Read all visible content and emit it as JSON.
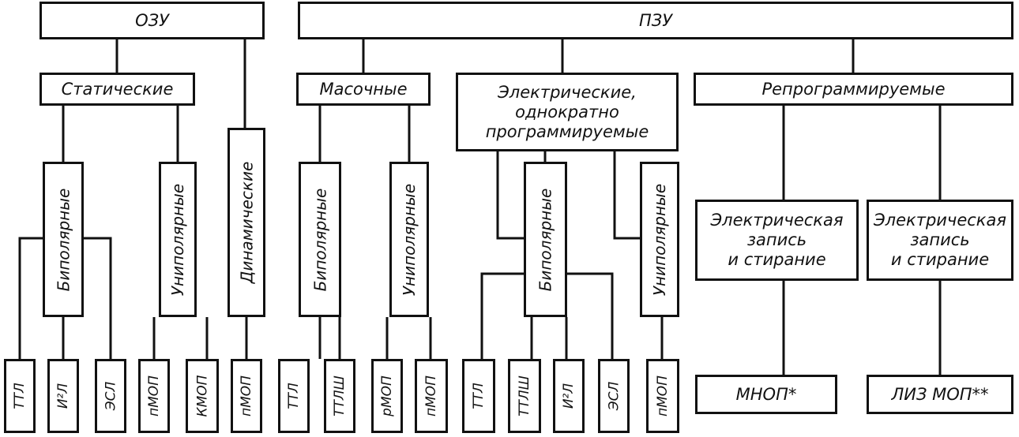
{
  "diagram": {
    "ozu": "ОЗУ",
    "pzu": "ПЗУ",
    "static": "Статические",
    "mask": "Масочные",
    "electrical_once": "Электрические,\nоднократно\nпрограммируемые",
    "reprogrammable": "Репрограммируемые",
    "bipolar": "Биполярные",
    "unipolar": "Униполярные",
    "dynamic": "Динамические",
    "electric_write_erase": "Электрическая\nзапись\nи стирание",
    "leaves": {
      "ttl": "ТТЛ",
      "i2l": "И²Л",
      "esl": "ЭСЛ",
      "nmos": "пМОП",
      "kmos": "КМОП",
      "ttlsh": "ТТЛШ",
      "pmos": "рМОП",
      "mnop": "МНОП*",
      "lizmop": "ЛИЗ МОП**"
    }
  }
}
